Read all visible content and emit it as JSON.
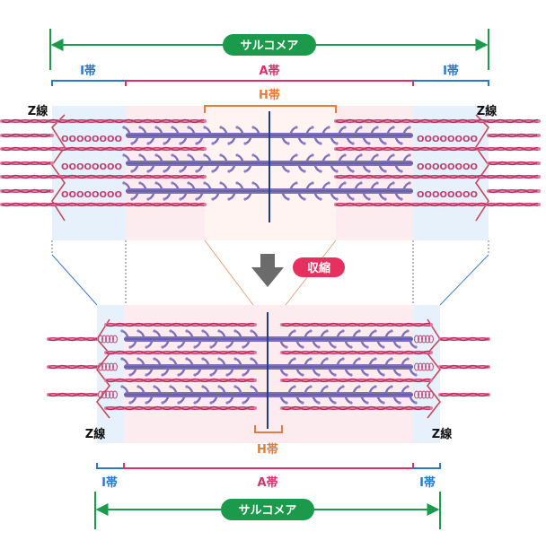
{
  "relaxed": {
    "sarcomere_label": "サルコメア",
    "i_band_left": "I帯",
    "a_band": "A帯",
    "i_band_right": "I帯",
    "h_band": "H帯",
    "z_line_left": "Z線",
    "z_line_right": "Z線",
    "titin_coil": "OOOOOOOO"
  },
  "contraction_label": "収縮",
  "contracted": {
    "z_line_left": "Z線",
    "z_line_right": "Z線",
    "h_band": "H帯",
    "i_band_left": "I帯",
    "a_band": "A帯",
    "i_band_right": "I帯",
    "sarcomere_label": "サルコメア"
  },
  "colors": {
    "sarcomere_green": "#1a9a4a",
    "i_band_blue": "#2a78c8",
    "a_band_pink": "#d4336a",
    "h_band_orange": "#e87a3a",
    "actin": "#d04070",
    "myosin": "#7c70b8",
    "contraction_badge": "#e83060",
    "arrow_gray": "#6b6b6b",
    "i_region_fill": "#e6f1fb",
    "a_region_fill": "#fdecef"
  }
}
